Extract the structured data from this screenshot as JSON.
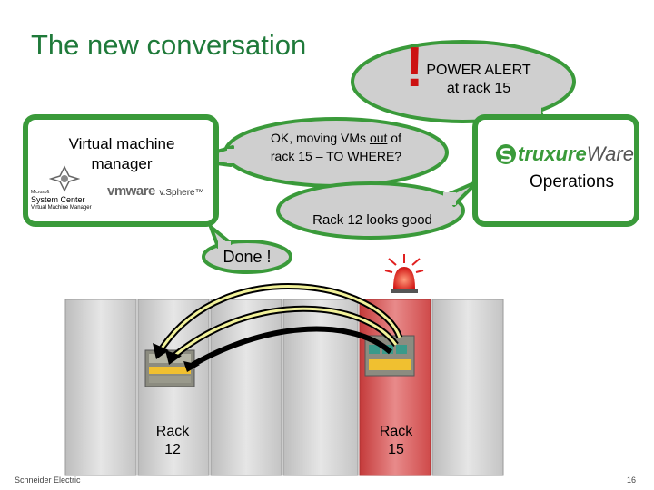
{
  "title": "The new conversation",
  "alert": {
    "mark": "!",
    "line1": "POWER ALERT",
    "line2": "at rack 15"
  },
  "vm_manager": {
    "line1": "Virtual machine",
    "line2": "manager",
    "microsoft": "Microsoft",
    "system_center": "System Center",
    "vmm": "Virtual Machine Manager",
    "vmware": "vmware",
    "vsphere": "v.Sphere™"
  },
  "moving": {
    "line1": "OK, moving VMs out of",
    "line2": "rack 15 – TO WHERE?",
    "underlined": "out"
  },
  "operations": {
    "brand_main": "truxure",
    "brand_ware": "Ware",
    "label": "Operations"
  },
  "rack12_good": "Rack 12 looks good",
  "done": "Done !",
  "rack12": {
    "line1": "Rack",
    "line2": "12"
  },
  "rack15": {
    "line1": "Rack",
    "line2": "15"
  },
  "footer_brand": "Schneider Electric",
  "page_number": "16",
  "colors": {
    "green": "#3a9a3a",
    "title_green": "#1f7a3a",
    "alert_red": "#cc1111",
    "bubble_gray": "#cfcfcf"
  }
}
